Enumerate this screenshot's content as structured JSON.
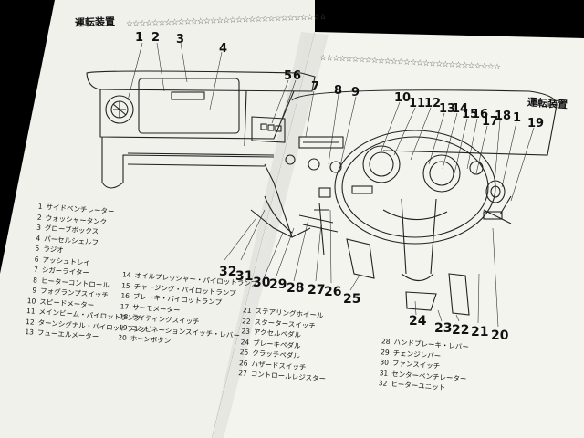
{
  "headers": {
    "left": "運転装置",
    "right": "運転装置"
  },
  "callout_numbers": {
    "left": [
      "1",
      "2",
      "3",
      "4",
      "5",
      "6",
      "7",
      "8",
      "9",
      "32",
      "31"
    ],
    "right": [
      "10",
      "11",
      "12",
      "13",
      "14",
      "15",
      "16",
      "17",
      "18",
      "1",
      "19",
      "30",
      "29",
      "28",
      "27",
      "26",
      "25",
      "24",
      "23",
      "22",
      "21",
      "20"
    ]
  },
  "legend_left": [
    {
      "n": "1",
      "t": "サイドベンチレーター"
    },
    {
      "n": "2",
      "t": "ウォッシャータンク"
    },
    {
      "n": "3",
      "t": "グローブボックス"
    },
    {
      "n": "4",
      "t": "パーセルシェルフ"
    },
    {
      "n": "5",
      "t": "ラジオ"
    },
    {
      "n": "6",
      "t": "アッシュトレイ"
    },
    {
      "n": "7",
      "t": "シガーライター"
    },
    {
      "n": "8",
      "t": "ヒーターコントロール"
    },
    {
      "n": "9",
      "t": "フォグランプスイッチ"
    },
    {
      "n": "10",
      "t": "スピードメーター"
    },
    {
      "n": "11",
      "t": "メインビーム・パイロットランプ"
    },
    {
      "n": "12",
      "t": "ターンシグナル・パイロットランプ"
    },
    {
      "n": "13",
      "t": "フューエルメーター"
    }
  ],
  "legend_mid": [
    {
      "n": "14",
      "t": "オイルプレッシャー・パイロットランプ"
    },
    {
      "n": "15",
      "t": "チャージング・パイロットランプ"
    },
    {
      "n": "16",
      "t": "ブレーキ・パイロットランプ"
    },
    {
      "n": "17",
      "t": "サーモメーター"
    },
    {
      "n": "18",
      "t": "ライティングスイッチ"
    },
    {
      "n": "19",
      "t": "コンビネーションスイッチ・レバー"
    },
    {
      "n": "20",
      "t": "ホーンボタン"
    }
  ],
  "legend_right1": [
    {
      "n": "21",
      "t": "ステアリングホイール"
    },
    {
      "n": "22",
      "t": "スタータースイッチ"
    },
    {
      "n": "23",
      "t": "アクセルペダル"
    },
    {
      "n": "24",
      "t": "ブレーキペダル"
    },
    {
      "n": "25",
      "t": "クラッチペダル"
    },
    {
      "n": "26",
      "t": "ハザードスイッチ"
    },
    {
      "n": "27",
      "t": "コントロールレジスター"
    }
  ],
  "legend_right2": [
    {
      "n": "28",
      "t": "ハンドブレーキ・レバー"
    },
    {
      "n": "29",
      "t": "チェンジレバー"
    },
    {
      "n": "30",
      "t": "ファンスイッチ"
    },
    {
      "n": "31",
      "t": "センターベンチレーター"
    },
    {
      "n": "32",
      "t": "ヒーターユニット"
    }
  ]
}
